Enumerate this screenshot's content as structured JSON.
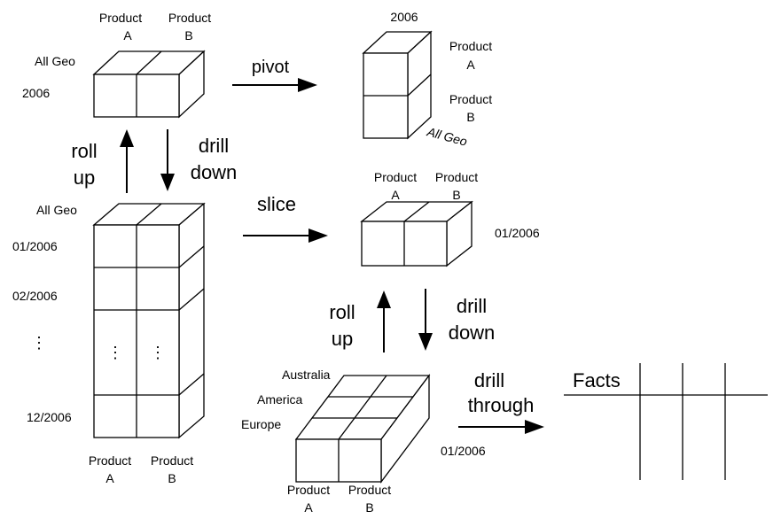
{
  "cube_topleft": {
    "col_a_line1": "Product",
    "col_a_line2": "A",
    "col_b_line1": "Product",
    "col_b_line2": "B",
    "geo": "All Geo",
    "year": "2006"
  },
  "pivot": {
    "label": "pivot",
    "year": "2006",
    "row_a_line1": "Product",
    "row_a_line2": "A",
    "row_b_line1": "Product",
    "row_b_line2": "B",
    "geo": "All Geo"
  },
  "rollup_left": {
    "line1": "roll",
    "line2": "up"
  },
  "drilldown_left": {
    "line1": "drill",
    "line2": "down"
  },
  "cube_left_tall": {
    "geo": "All Geo",
    "row_1": "01/2006",
    "row_2": "02/2006",
    "row_ellipsis": "⋮",
    "row_last": "12/2006",
    "col_a_line1": "Product",
    "col_a_line2": "A",
    "col_b_line1": "Product",
    "col_b_line2": "B"
  },
  "slice": {
    "label": "slice",
    "col_a_line1": "Product",
    "col_a_line2": "A",
    "col_b_line1": "Product",
    "col_b_line2": "B",
    "month": "01/2006"
  },
  "rollup_right": {
    "line1": "roll",
    "line2": "up"
  },
  "drilldown_right": {
    "line1": "drill",
    "line2": "down"
  },
  "cube_geo": {
    "region_1": "Australia",
    "region_2": "America",
    "region_3": "Europe",
    "month": "01/2006",
    "col_a_line1": "Product",
    "col_a_line2": "A",
    "col_b_line1": "Product",
    "col_b_line2": "B"
  },
  "drillthrough": {
    "line1": "drill",
    "line2": "through"
  },
  "facts_table": {
    "header": "Facts"
  }
}
